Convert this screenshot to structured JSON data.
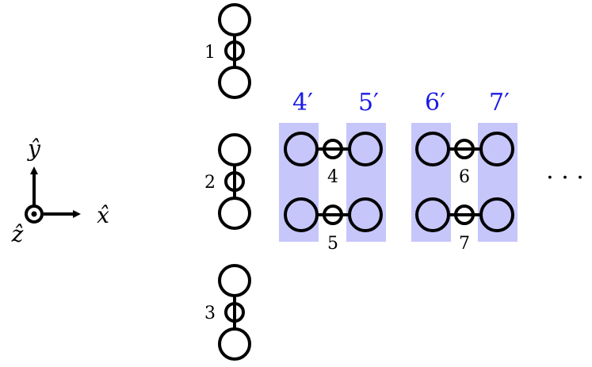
{
  "axes": {
    "y_label": "ŷ",
    "x_label": "x̂",
    "z_label": "ẑ"
  },
  "vertical_units": [
    {
      "label": "1"
    },
    {
      "label": "2"
    },
    {
      "label": "3"
    }
  ],
  "horizontal_units": [
    {
      "label": "4"
    },
    {
      "label": "5"
    },
    {
      "label": "6"
    },
    {
      "label": "7"
    }
  ],
  "column_labels": [
    {
      "label": "4′"
    },
    {
      "label": "5′"
    },
    {
      "label": "6′"
    },
    {
      "label": "7′"
    }
  ],
  "continuation": "· · ·",
  "colors": {
    "band": "#c6c6fb",
    "prime_label": "#1a1ae6",
    "stroke": "#000000"
  }
}
